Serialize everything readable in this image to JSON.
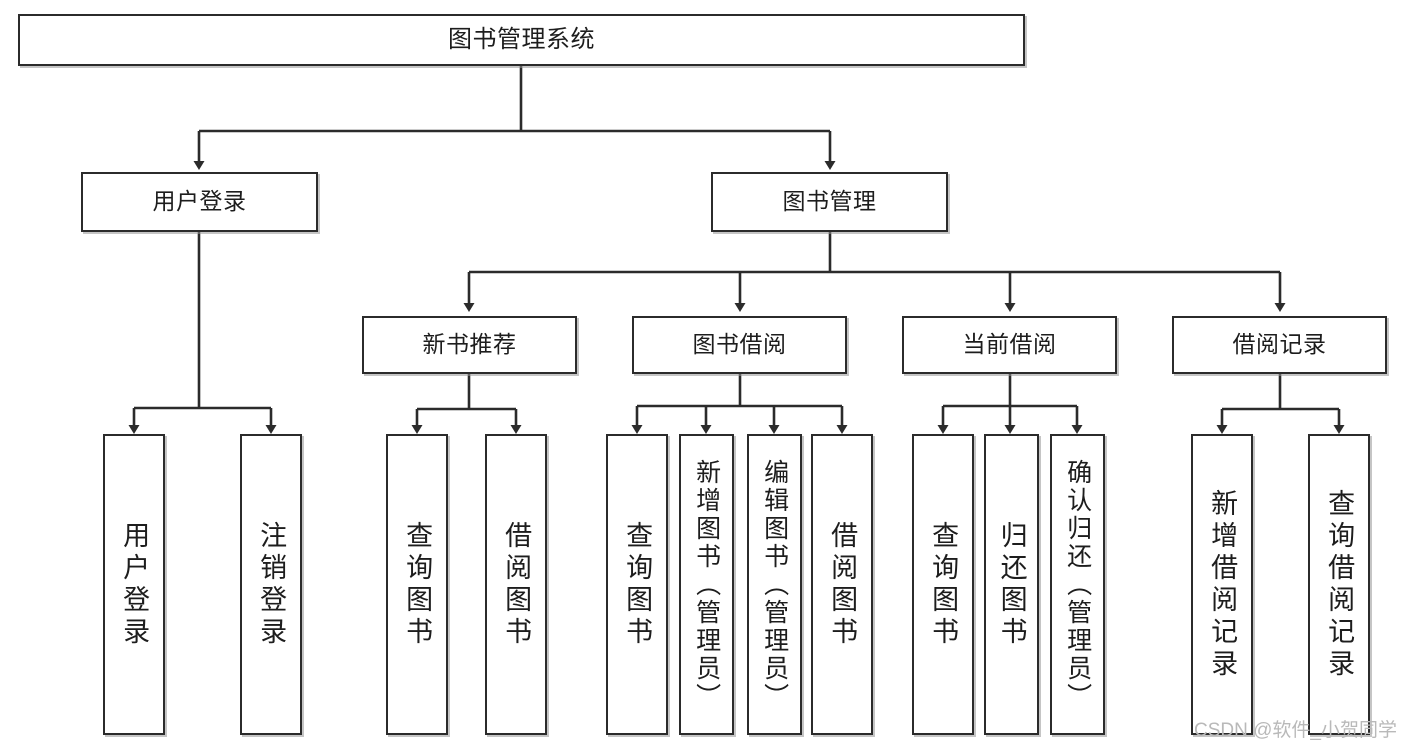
{
  "diagram": {
    "title": "图书管理系统",
    "watermark": "CSDN @软件_小贺同学",
    "stroke_color": "#2b2b2b",
    "background_color": "#ffffff",
    "text_color": "#1d1d1d",
    "watermark_color": "#b9b9b9",
    "type": "tree-hierarchy-diagram",
    "nodes": {
      "root": {
        "label": "图书管理系统"
      },
      "level2": [
        {
          "id": "user-login",
          "label": "用户登录"
        },
        {
          "id": "book-manage",
          "label": "图书管理"
        }
      ],
      "level3": [
        {
          "id": "new-book-recommend",
          "label": "新书推荐"
        },
        {
          "id": "book-borrow",
          "label": "图书借阅"
        },
        {
          "id": "current-borrow",
          "label": "当前借阅"
        },
        {
          "id": "borrow-record",
          "label": "借阅记录"
        }
      ],
      "leaves": {
        "user_login": [
          {
            "id": "leaf-user-login",
            "label": "用户登录"
          },
          {
            "id": "leaf-logout-login",
            "label": "注销登录"
          }
        ],
        "new_book_recommend": [
          {
            "id": "leaf-query-book-1",
            "label": "查询图书"
          },
          {
            "id": "leaf-borrow-book-1",
            "label": "借阅图书"
          }
        ],
        "book_borrow": [
          {
            "id": "leaf-query-book-2",
            "label": "查询图书"
          },
          {
            "id": "leaf-add-book",
            "label": "新增图书（管理员）"
          },
          {
            "id": "leaf-edit-book",
            "label": "编辑图书（管理员）"
          },
          {
            "id": "leaf-borrow-book-2",
            "label": "借阅图书"
          }
        ],
        "current_borrow": [
          {
            "id": "leaf-query-book-3",
            "label": "查询图书"
          },
          {
            "id": "leaf-return-book",
            "label": "归还图书"
          },
          {
            "id": "leaf-confirm-return",
            "label": "确认归还（管理员）"
          }
        ],
        "borrow_record": [
          {
            "id": "leaf-add-record",
            "label": "新增借阅记录"
          },
          {
            "id": "leaf-query-record",
            "label": "查询借阅记录"
          }
        ]
      }
    }
  }
}
